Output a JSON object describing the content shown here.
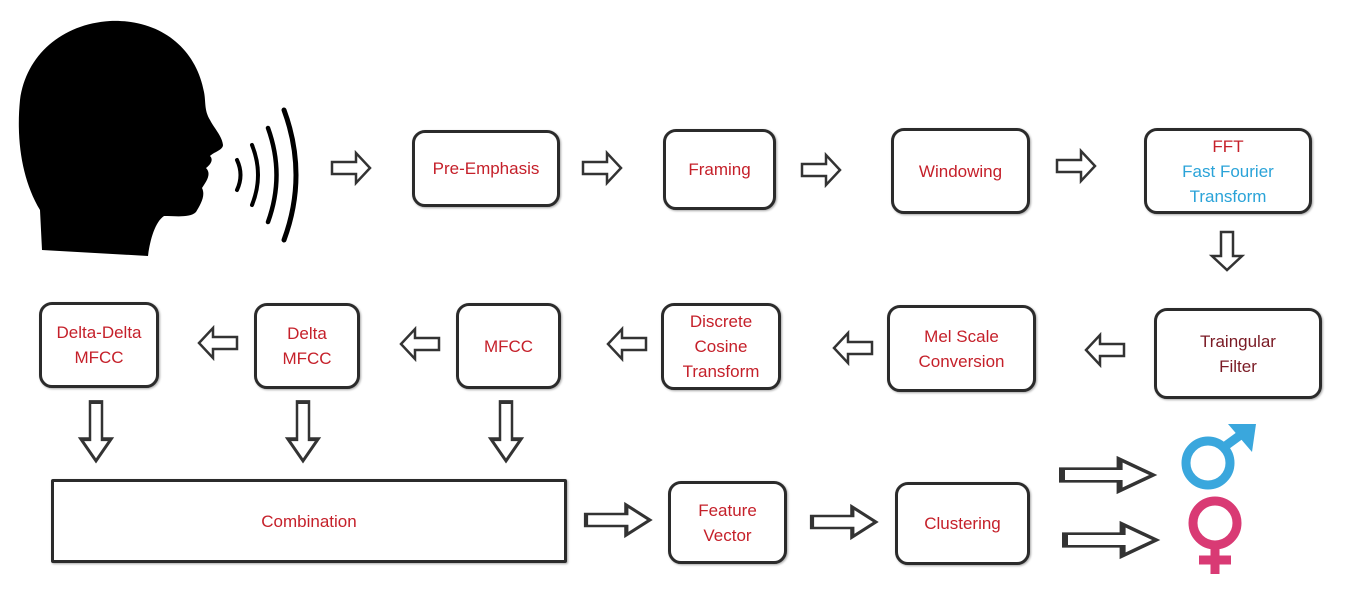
{
  "colors": {
    "text_red": "#c5202a",
    "text_blue": "#2aa3d8",
    "text_dark_red": "#7a1a24",
    "male_symbol": "#3aa7dd",
    "female_symbol": "#d93a74",
    "box_border": "#2b2b2b"
  },
  "icons": {
    "speaker": "speaking-head-icon",
    "male": "male-symbol-icon",
    "female": "female-symbol-icon",
    "arrow": "hollow-arrow-icon"
  },
  "nodes": {
    "pre_emphasis": "Pre-Emphasis",
    "framing": "Framing",
    "windowing": "Windowing",
    "fft_line1": "FFT",
    "fft_line2": "Fast Fourier",
    "fft_line3": "Transform",
    "triangular_line1": "Traingular",
    "triangular_line2": "Filter",
    "mel_line1": "Mel Scale",
    "mel_line2": "Conversion",
    "dct_line1": "Discrete",
    "dct_line2": "Cosine",
    "dct_line3": "Transform",
    "mfcc": "MFCC",
    "delta_line1": "Delta",
    "delta_line2": "MFCC",
    "delta_delta_line1": "Delta-Delta",
    "delta_delta_line2": "MFCC",
    "combination": "Combination",
    "feature_line1": "Feature",
    "feature_line2": "Vector",
    "clustering": "Clustering"
  }
}
